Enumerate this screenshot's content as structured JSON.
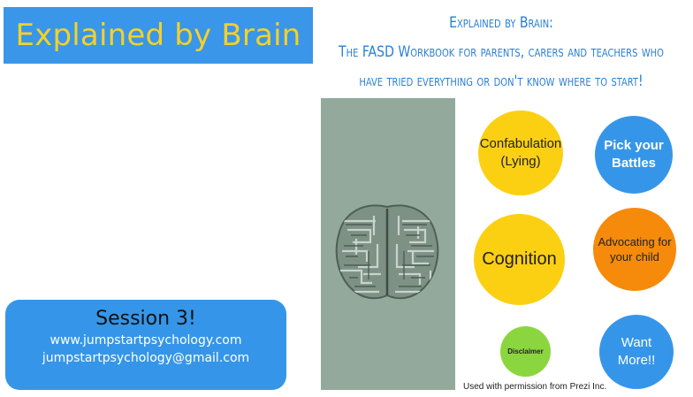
{
  "title_box": {
    "text": "Explained by Brain"
  },
  "heading": {
    "lines": [
      "Explained by Brain:",
      "The FASD Workbook for parents, carers and teachers who",
      "have tried everything or don't know where to start!"
    ]
  },
  "brain_image": {
    "icon": "brain-icon"
  },
  "topics": [
    {
      "label_1": "Confabulation",
      "label_2": "(Lying)",
      "color": "#fcd012"
    },
    {
      "label_1": "Pick your",
      "label_2": "Battles",
      "color": "#3596e9"
    },
    {
      "label_1": "Cognition",
      "color": "#fcd012"
    },
    {
      "label_1": "Advocating for",
      "label_2": "your child",
      "color": "#f68a0b"
    },
    {
      "label_1": "Disclaimer",
      "color": "#8bd63f"
    },
    {
      "label_1": "Want",
      "label_2": "More!!",
      "color": "#3596e9"
    }
  ],
  "caption": "Used with permission from Prezi Inc.",
  "session": {
    "title": "Session 3!",
    "website": "www.jumpstartpsychology.com",
    "email": "jumpstartpsychology@gmail.com"
  },
  "colors": {
    "accent_blue": "#3596e9",
    "title_yellow": "#f3d12a",
    "heading_blue": "#2a7fd4",
    "panel_gray_green": "#93a99c"
  }
}
